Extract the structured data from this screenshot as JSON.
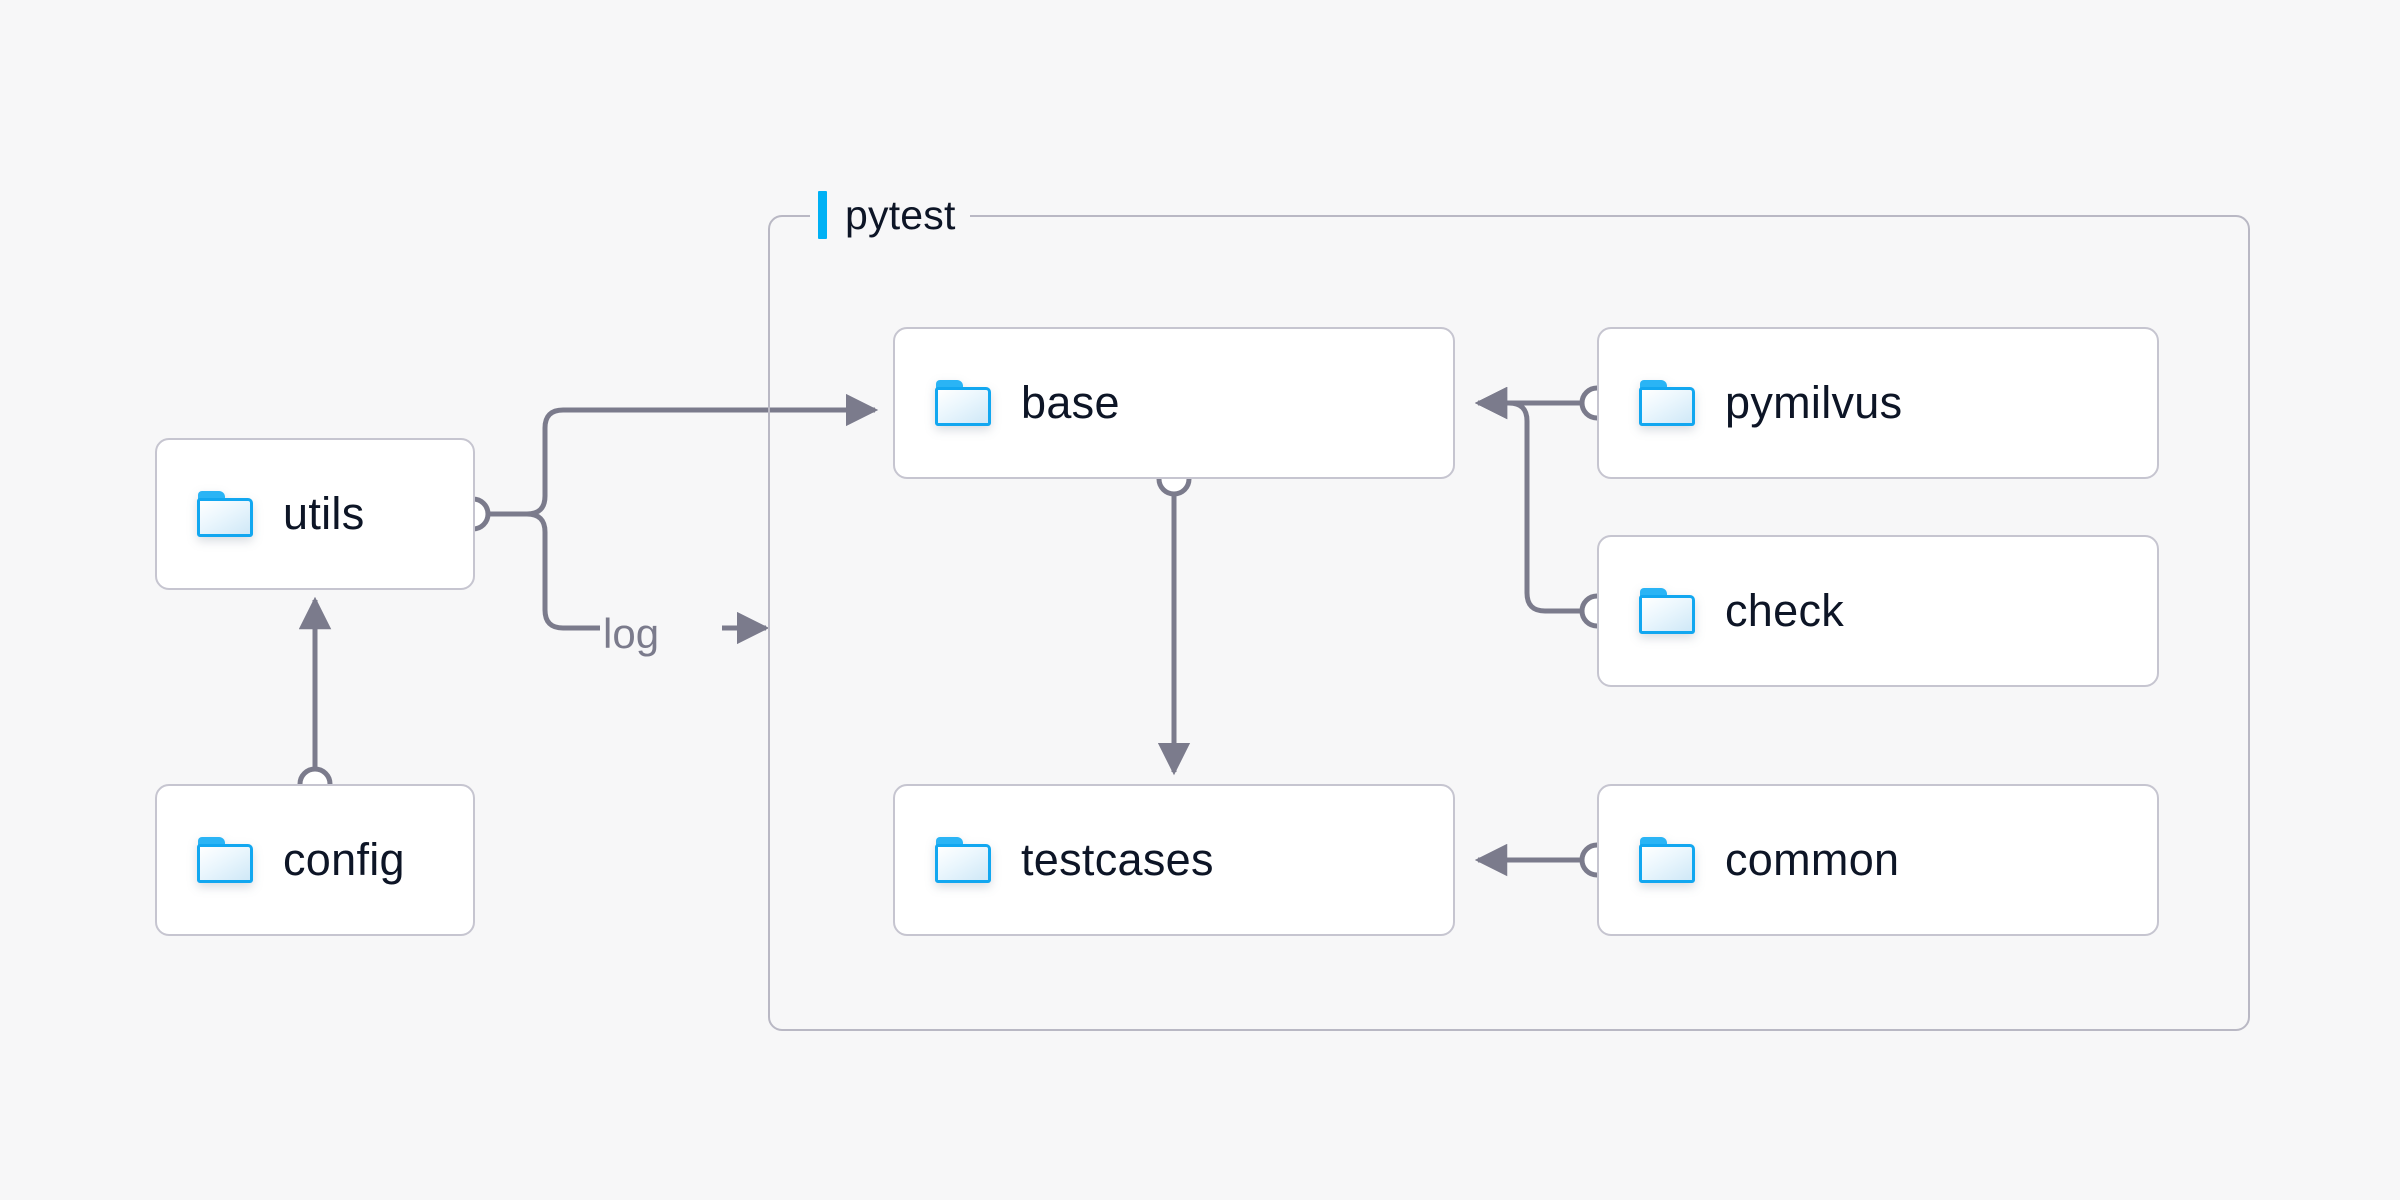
{
  "diagram": {
    "type": "architecture-flow",
    "background_color": "#f7f7f8",
    "accent_color": "#00b1f5",
    "edge_color": "#7b7b8c",
    "node_border_color": "#c6c5d0",
    "text_color": "#0d1526"
  },
  "group": {
    "label": "pytest",
    "accent_color": "#00b1f5"
  },
  "nodes": [
    {
      "id": "utils",
      "label": "utils",
      "icon": "folder-icon",
      "inside_group": false
    },
    {
      "id": "config",
      "label": "config",
      "icon": "folder-icon",
      "inside_group": false
    },
    {
      "id": "base",
      "label": "base",
      "icon": "folder-icon",
      "inside_group": true
    },
    {
      "id": "testcases",
      "label": "testcases",
      "icon": "folder-icon",
      "inside_group": true
    },
    {
      "id": "pymilvus",
      "label": "pymilvus",
      "icon": "folder-icon",
      "inside_group": true
    },
    {
      "id": "check",
      "label": "check",
      "icon": "folder-icon",
      "inside_group": true
    },
    {
      "id": "common",
      "label": "common",
      "icon": "folder-icon",
      "inside_group": true
    }
  ],
  "edges": [
    {
      "from": "utils",
      "to": "base",
      "label": "",
      "arrow": true
    },
    {
      "from": "utils",
      "to": "pytest",
      "label": "log",
      "arrow": true
    },
    {
      "from": "config",
      "to": "utils",
      "label": "",
      "arrow": true
    },
    {
      "from": "base",
      "to": "testcases",
      "label": "",
      "arrow": true
    },
    {
      "from": "pymilvus",
      "to": "base",
      "label": "",
      "arrow": true
    },
    {
      "from": "check",
      "to": "base",
      "label": "",
      "arrow": true
    },
    {
      "from": "common",
      "to": "testcases",
      "label": "",
      "arrow": true
    }
  ],
  "edge_labels": {
    "log": "log"
  }
}
